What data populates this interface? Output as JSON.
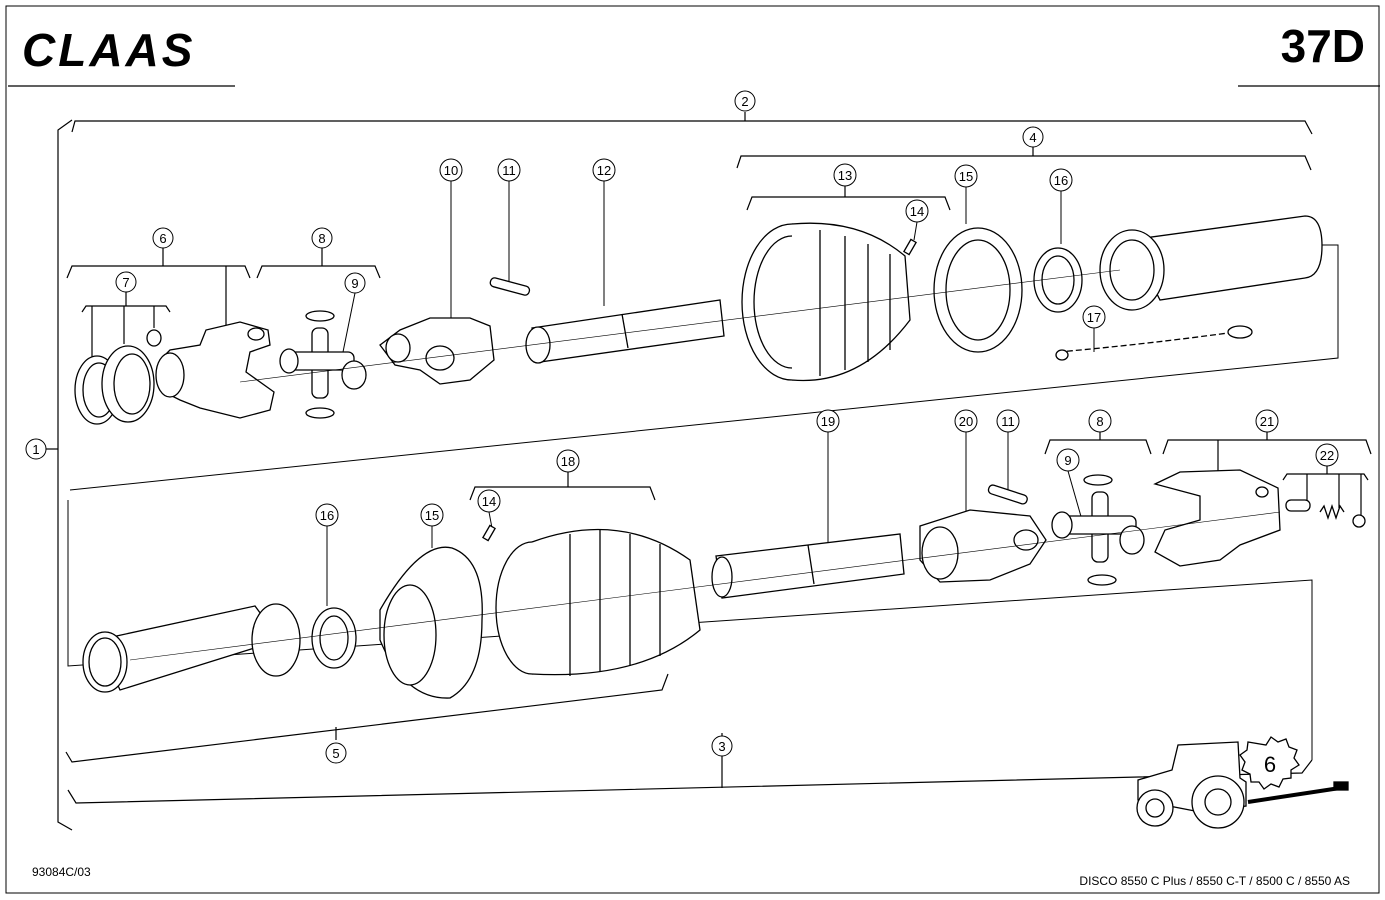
{
  "header": {
    "logo": "CLAAS",
    "page_code": "37D"
  },
  "footer": {
    "drawing_number": "93084C/03",
    "models": "DISCO 8550 C Plus / 8550 C-T / 8500 C / 8550 AS"
  },
  "callouts": {
    "c1": "1",
    "c2": "2",
    "c3": "3",
    "c4": "4",
    "c5": "5",
    "c6a": "6",
    "c7": "7",
    "c8a": "8",
    "c9a": "9",
    "c10": "10",
    "c11a": "11",
    "c12": "12",
    "c13": "13",
    "c14a": "14",
    "c15a": "15",
    "c16a": "16",
    "c17": "17",
    "c18": "18",
    "c19": "19",
    "c20": "20",
    "c11b": "11",
    "c8b": "8",
    "c9b": "9",
    "c21": "21",
    "c22": "22",
    "c16b": "16",
    "c15b": "15",
    "c14b": "14"
  },
  "machine_icon": {
    "group_number": "6"
  },
  "colors": {
    "ink": "#000000",
    "paper": "#ffffff"
  }
}
